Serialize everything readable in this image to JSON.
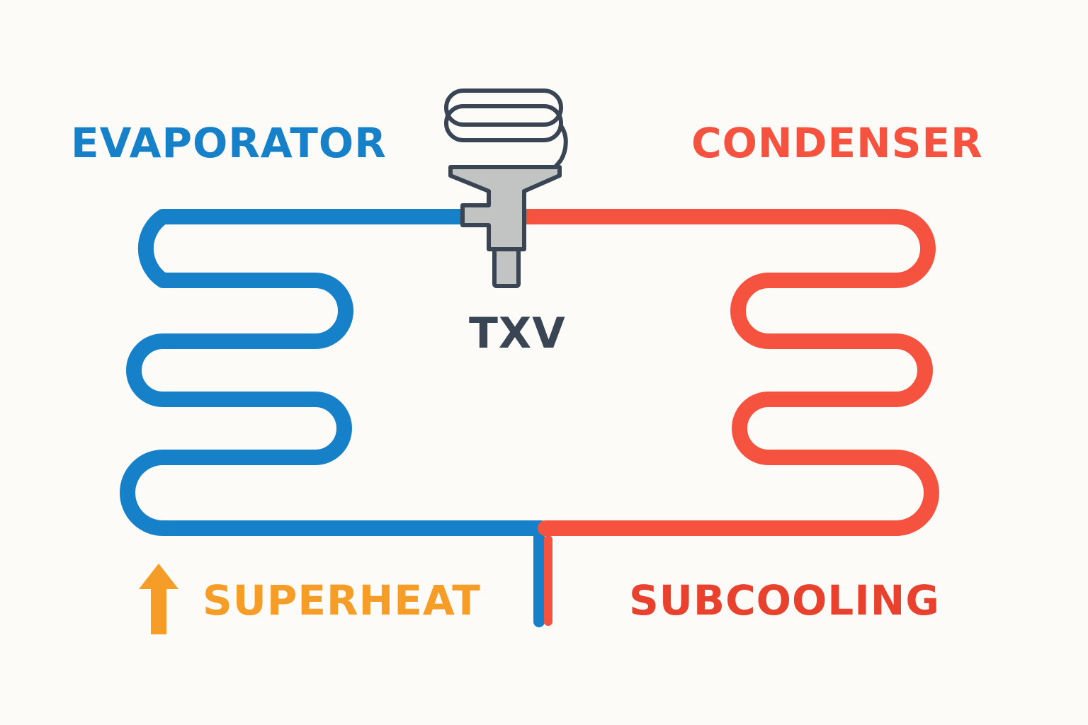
{
  "labels": {
    "evaporator": "EVAPORATOR",
    "condenser": "CONDENSER",
    "valve": "TXV",
    "superheat": "SUPERHEAT",
    "subcooling": "SUBCOOLING"
  },
  "colors": {
    "evaporator": "#1681c9",
    "condenser": "#f5533f",
    "superheat": "#f59d26",
    "subcooling": "#e8412e",
    "valve_outline": "#3a4553",
    "valve_body": "#c2c3c3",
    "background": "#fcfbf8"
  },
  "icons": {
    "superheat_arrow": "arrow-up-icon",
    "valve_bulb": "sensing-bulb-coil-icon"
  }
}
